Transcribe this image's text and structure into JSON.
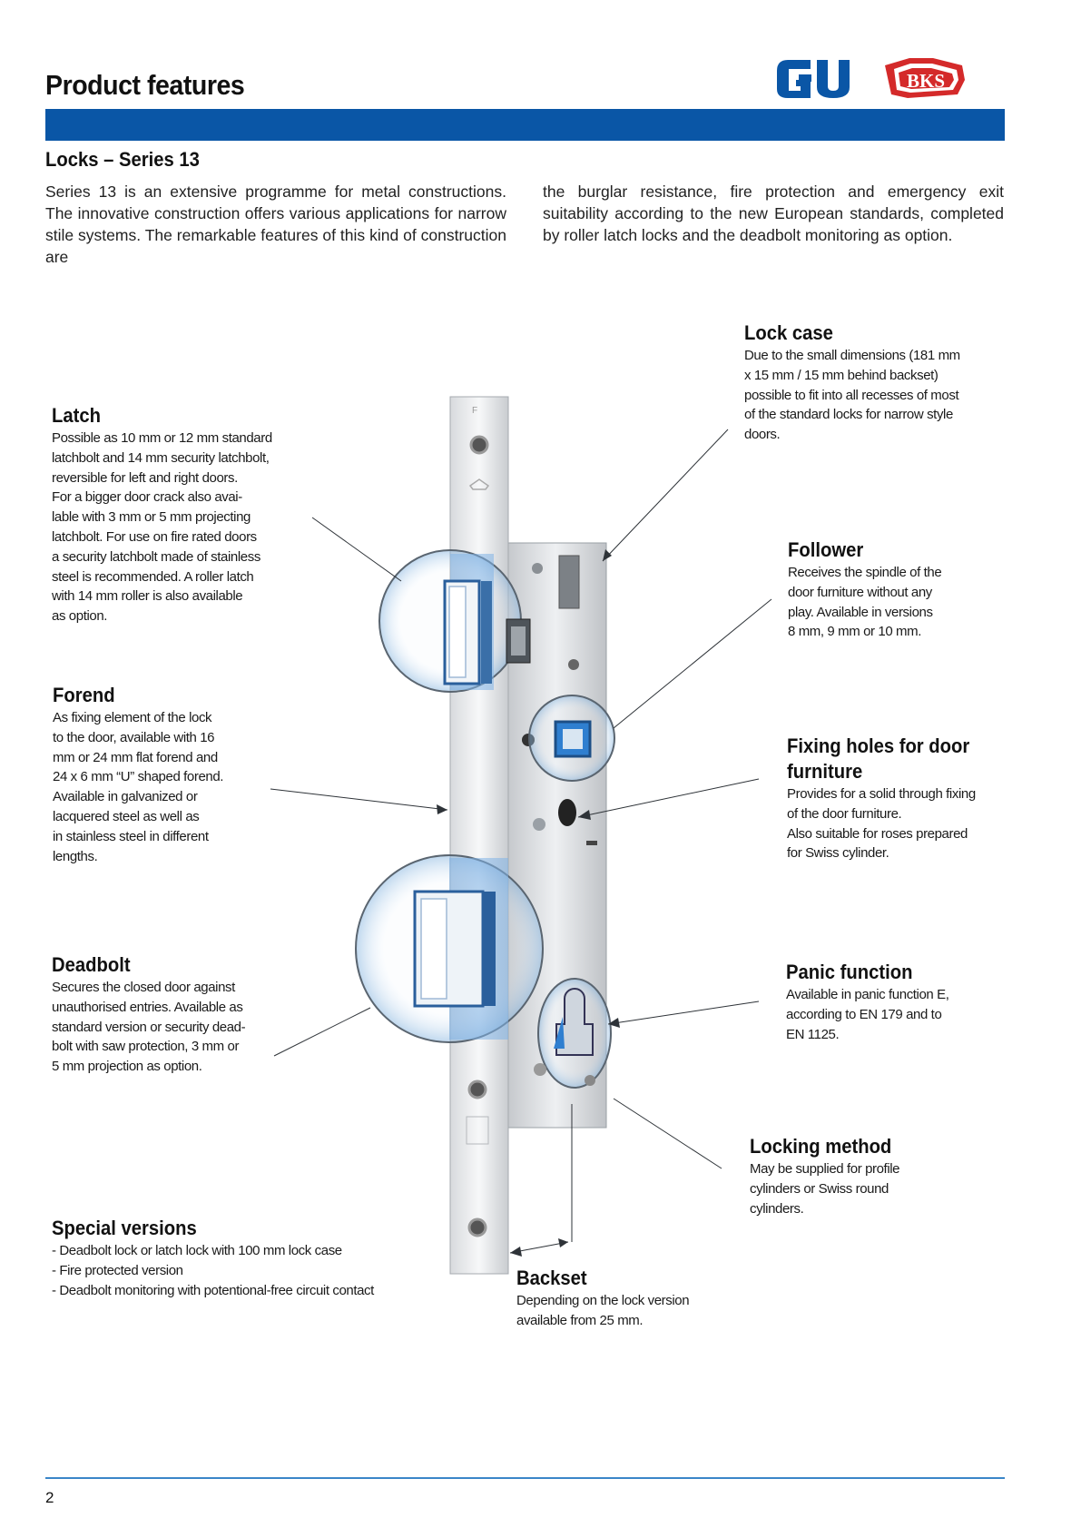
{
  "header": {
    "title": "Product features"
  },
  "logos": {
    "gu": "G-U",
    "bks": "BKS",
    "gu_color": "#0a56a6",
    "bks_color": "#d42a2a"
  },
  "section": {
    "title": "Locks – Series 13",
    "intro_left": "Series 13 is an extensive programme for metal constructions. The innovative construction offers various applications for narrow stile systems. The remarkable features of this kind of construction are",
    "intro_right": "the burglar resistance, fire protection and emergency exit suitability according to the new European standards, completed by roller latch locks and the deadbolt monitoring as option."
  },
  "features": {
    "latch": {
      "title": "Latch",
      "text": "Possible as 10 mm or 12 mm standard\nlatchbolt and 14 mm security latchbolt,\nreversible for left and right doors.\nFor a bigger door crack also avai-\nlable with 3 mm or 5 mm projecting\nlatchbolt. For use on fire rated doors\na security latchbolt made of stainless\nsteel is recommended. A roller latch\nwith 14 mm roller is also available\nas option."
    },
    "forend": {
      "title": "Forend",
      "text": "As fixing element of the lock\nto the door, available with 16\nmm or 24 mm flat forend and\n24 x 6 mm “U” shaped forend.\nAvailable in galvanized or\nlacquered steel as well as\nin stainless steel in different\nlengths."
    },
    "deadbolt": {
      "title": "Deadbolt",
      "text": "Secures the closed door against\nunauthorised entries. Available as\nstandard version or security dead-\nbolt with saw protection, 3 mm or\n5 mm projection as option."
    },
    "special": {
      "title": "Special versions",
      "text": "- Deadbolt lock or latch lock with 100 mm lock case\n- Fire protected version\n- Deadbolt monitoring with potentional-free circuit contact"
    },
    "lock_case": {
      "title": "Lock case",
      "text": "Due to the small dimensions (181 mm\nx 15 mm / 15 mm behind backset)\npossible to fit into all recesses of most\nof the standard locks for narrow style\ndoors."
    },
    "follower": {
      "title": "Follower",
      "text": "Receives the spindle of the\ndoor furniture without any\nplay. Available in versions\n8 mm, 9 mm or 10 mm."
    },
    "fixing_holes": {
      "title": "Fixing holes for door\nfurniture",
      "text": "Provides for a solid through fixing\nof the door furniture.\nAlso suitable for roses prepared\nfor Swiss cylinder."
    },
    "panic": {
      "title": "Panic function",
      "text": "Available in panic function E,\naccording to EN 179 and to\nEN 1125."
    },
    "locking_method": {
      "title": "Locking method",
      "text": "May be supplied for profile\ncylinders or Swiss round\ncylinders."
    },
    "backset": {
      "title": "Backset",
      "text": "Depending on the lock version\navailable from 25 mm."
    }
  },
  "footer": {
    "page_number": "2"
  }
}
